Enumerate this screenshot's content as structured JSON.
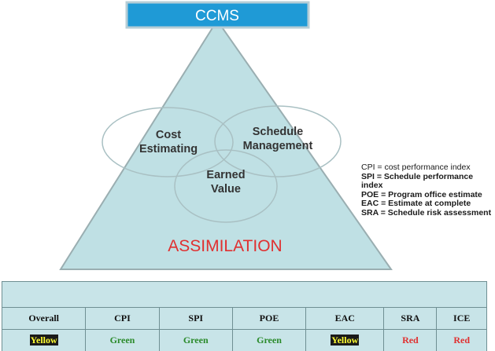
{
  "header": {
    "title": "CCMS"
  },
  "diagram": {
    "circles": [
      {
        "id": "cost",
        "label_line1": "Cost",
        "label_line2": "Estimating"
      },
      {
        "id": "schedule",
        "label_line1": "Schedule",
        "label_line2": "Management"
      },
      {
        "id": "earned",
        "label_line1": "Earned",
        "label_line2": "Value"
      }
    ],
    "base_label": "ASSIMILATION"
  },
  "legend": {
    "items": [
      {
        "text": "CPI = cost performance index",
        "bold": false
      },
      {
        "text": "SPI = Schedule performance index",
        "bold": true
      },
      {
        "text": "POE = Program office estimate",
        "bold": true
      },
      {
        "text": "EAC = Estimate at complete",
        "bold": true
      },
      {
        "text": "SRA = Schedule risk assessment",
        "bold": true
      }
    ]
  },
  "status_table": {
    "columns": [
      "Overall",
      "CPI",
      "SPI",
      "POE",
      "EAC",
      "SRA",
      "ICE"
    ],
    "values": [
      {
        "text": "Yellow",
        "status": "yellow"
      },
      {
        "text": "Green",
        "status": "green"
      },
      {
        "text": "Green",
        "status": "green"
      },
      {
        "text": "Green",
        "status": "green"
      },
      {
        "text": "Yellow",
        "status": "yellow"
      },
      {
        "text": "Red",
        "status": "red"
      },
      {
        "text": "Red",
        "status": "red"
      }
    ]
  },
  "colors": {
    "triangle_fill": "#bfe0e4",
    "triangle_stroke": "#9aaeb1",
    "header_fill": "#1f9ad6",
    "assimilation_text": "#e03030",
    "status_yellow": "#ffff33",
    "status_green": "#2a8a2a",
    "status_red": "#e03030"
  }
}
